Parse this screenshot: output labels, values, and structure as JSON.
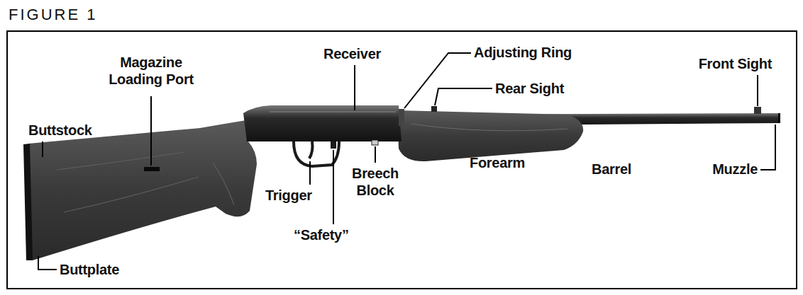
{
  "diagram": {
    "title": "FIGURE 1",
    "labels": [
      "Magazine Loading Port",
      "Receiver",
      "Adjusting Ring",
      "Rear Sight",
      "Front Sight",
      "Buttstock",
      "Trigger",
      "Breech Block",
      "“Safety”",
      "Forearm",
      "Barrel",
      "Muzzle",
      "Buttplate"
    ]
  }
}
